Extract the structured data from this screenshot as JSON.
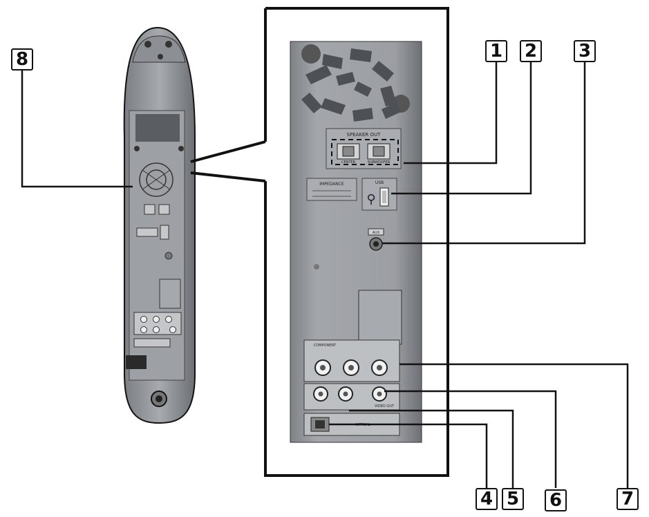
{
  "callouts": [
    {
      "id": "1",
      "label": "1"
    },
    {
      "id": "2",
      "label": "2"
    },
    {
      "id": "3",
      "label": "3"
    },
    {
      "id": "4",
      "label": "4"
    },
    {
      "id": "5",
      "label": "5"
    },
    {
      "id": "6",
      "label": "6"
    },
    {
      "id": "7",
      "label": "7"
    },
    {
      "id": "8",
      "label": "8"
    }
  ],
  "panel": {
    "speaker_out": "SPEAKER OUT",
    "speaker_1": "CENTER",
    "speaker_2": "SUBWOOFER",
    "impedance": "IMPEDANCE",
    "usb": "USB",
    "aux": "AUX",
    "component": "COMPONENT",
    "video_out": "VIDEO OUT",
    "optical": "OPTICAL"
  },
  "colors": {
    "outline": "#111111",
    "panel_gray": "#9a9da1",
    "panel_dark": "#6f7277",
    "jack_white": "#f2f2f2"
  }
}
